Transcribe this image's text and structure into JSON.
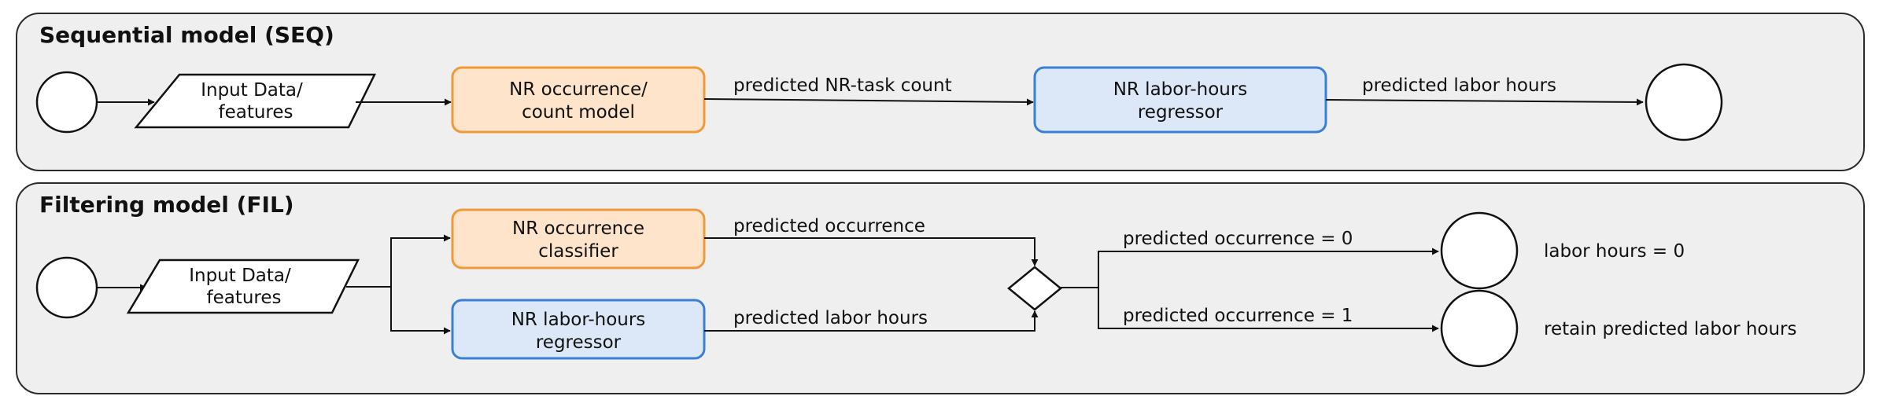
{
  "seq": {
    "title": "Sequential model (SEQ)",
    "input": [
      "Input Data/",
      "features"
    ],
    "occurrence_count_model": [
      "NR occurrence/",
      "count model"
    ],
    "regressor": [
      "NR labor-hours",
      "regressor"
    ],
    "edge_count": "predicted NR-task count",
    "edge_hours": "predicted labor hours"
  },
  "fil": {
    "title": "Filtering model (FIL)",
    "input": [
      "Input Data/",
      "features"
    ],
    "classifier": [
      "NR occurrence",
      "classifier"
    ],
    "regressor": [
      "NR labor-hours",
      "regressor"
    ],
    "edge_occurrence": "predicted occurrence",
    "edge_hours": "predicted labor hours",
    "branch_zero": "predicted occurrence = 0",
    "branch_one": "predicted occurrence = 1",
    "out_zero": "labor hours = 0",
    "out_one": "retain predicted labor hours"
  },
  "colors": {
    "orange_fill": "#fde4cb",
    "orange_stroke": "#f0993a",
    "blue_fill": "#dce8f7",
    "blue_stroke": "#3b7fd4"
  }
}
